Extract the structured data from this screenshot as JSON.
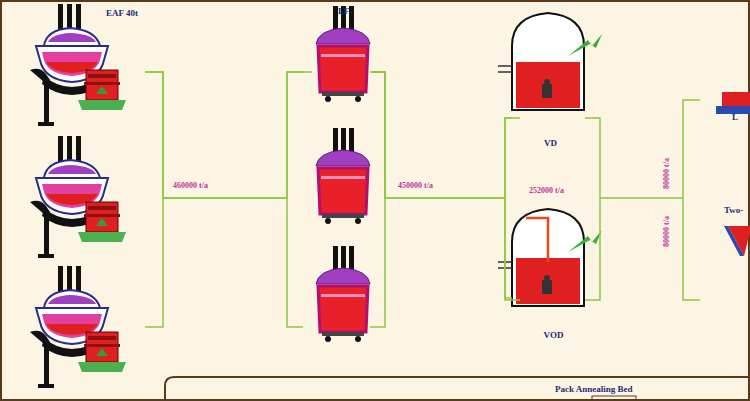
{
  "diagram": {
    "nodes": [
      {
        "text": [
          "EAF 40t"
        ]
      },
      {
        "text": [
          "LF"
        ]
      },
      {
        "text": [
          "VD"
        ]
      },
      {
        "text": [
          "VOD"
        ]
      },
      {
        "text": [
          "Pack Annealing Bed"
        ]
      }
    ],
    "edges": [
      {
        "from": 0,
        "to": 1,
        "label": "460000 t/a",
        "arrow": "none"
      },
      {
        "from": 1,
        "to": 2,
        "label": "450000 t/a",
        "arrow": "none"
      },
      {
        "from": 1,
        "to": 3,
        "arrow": "none"
      }
    ],
    "labels": [
      "252000 t/a",
      "80000 t/a",
      "80000 t/a",
      "L",
      "Two-"
    ]
  }
}
